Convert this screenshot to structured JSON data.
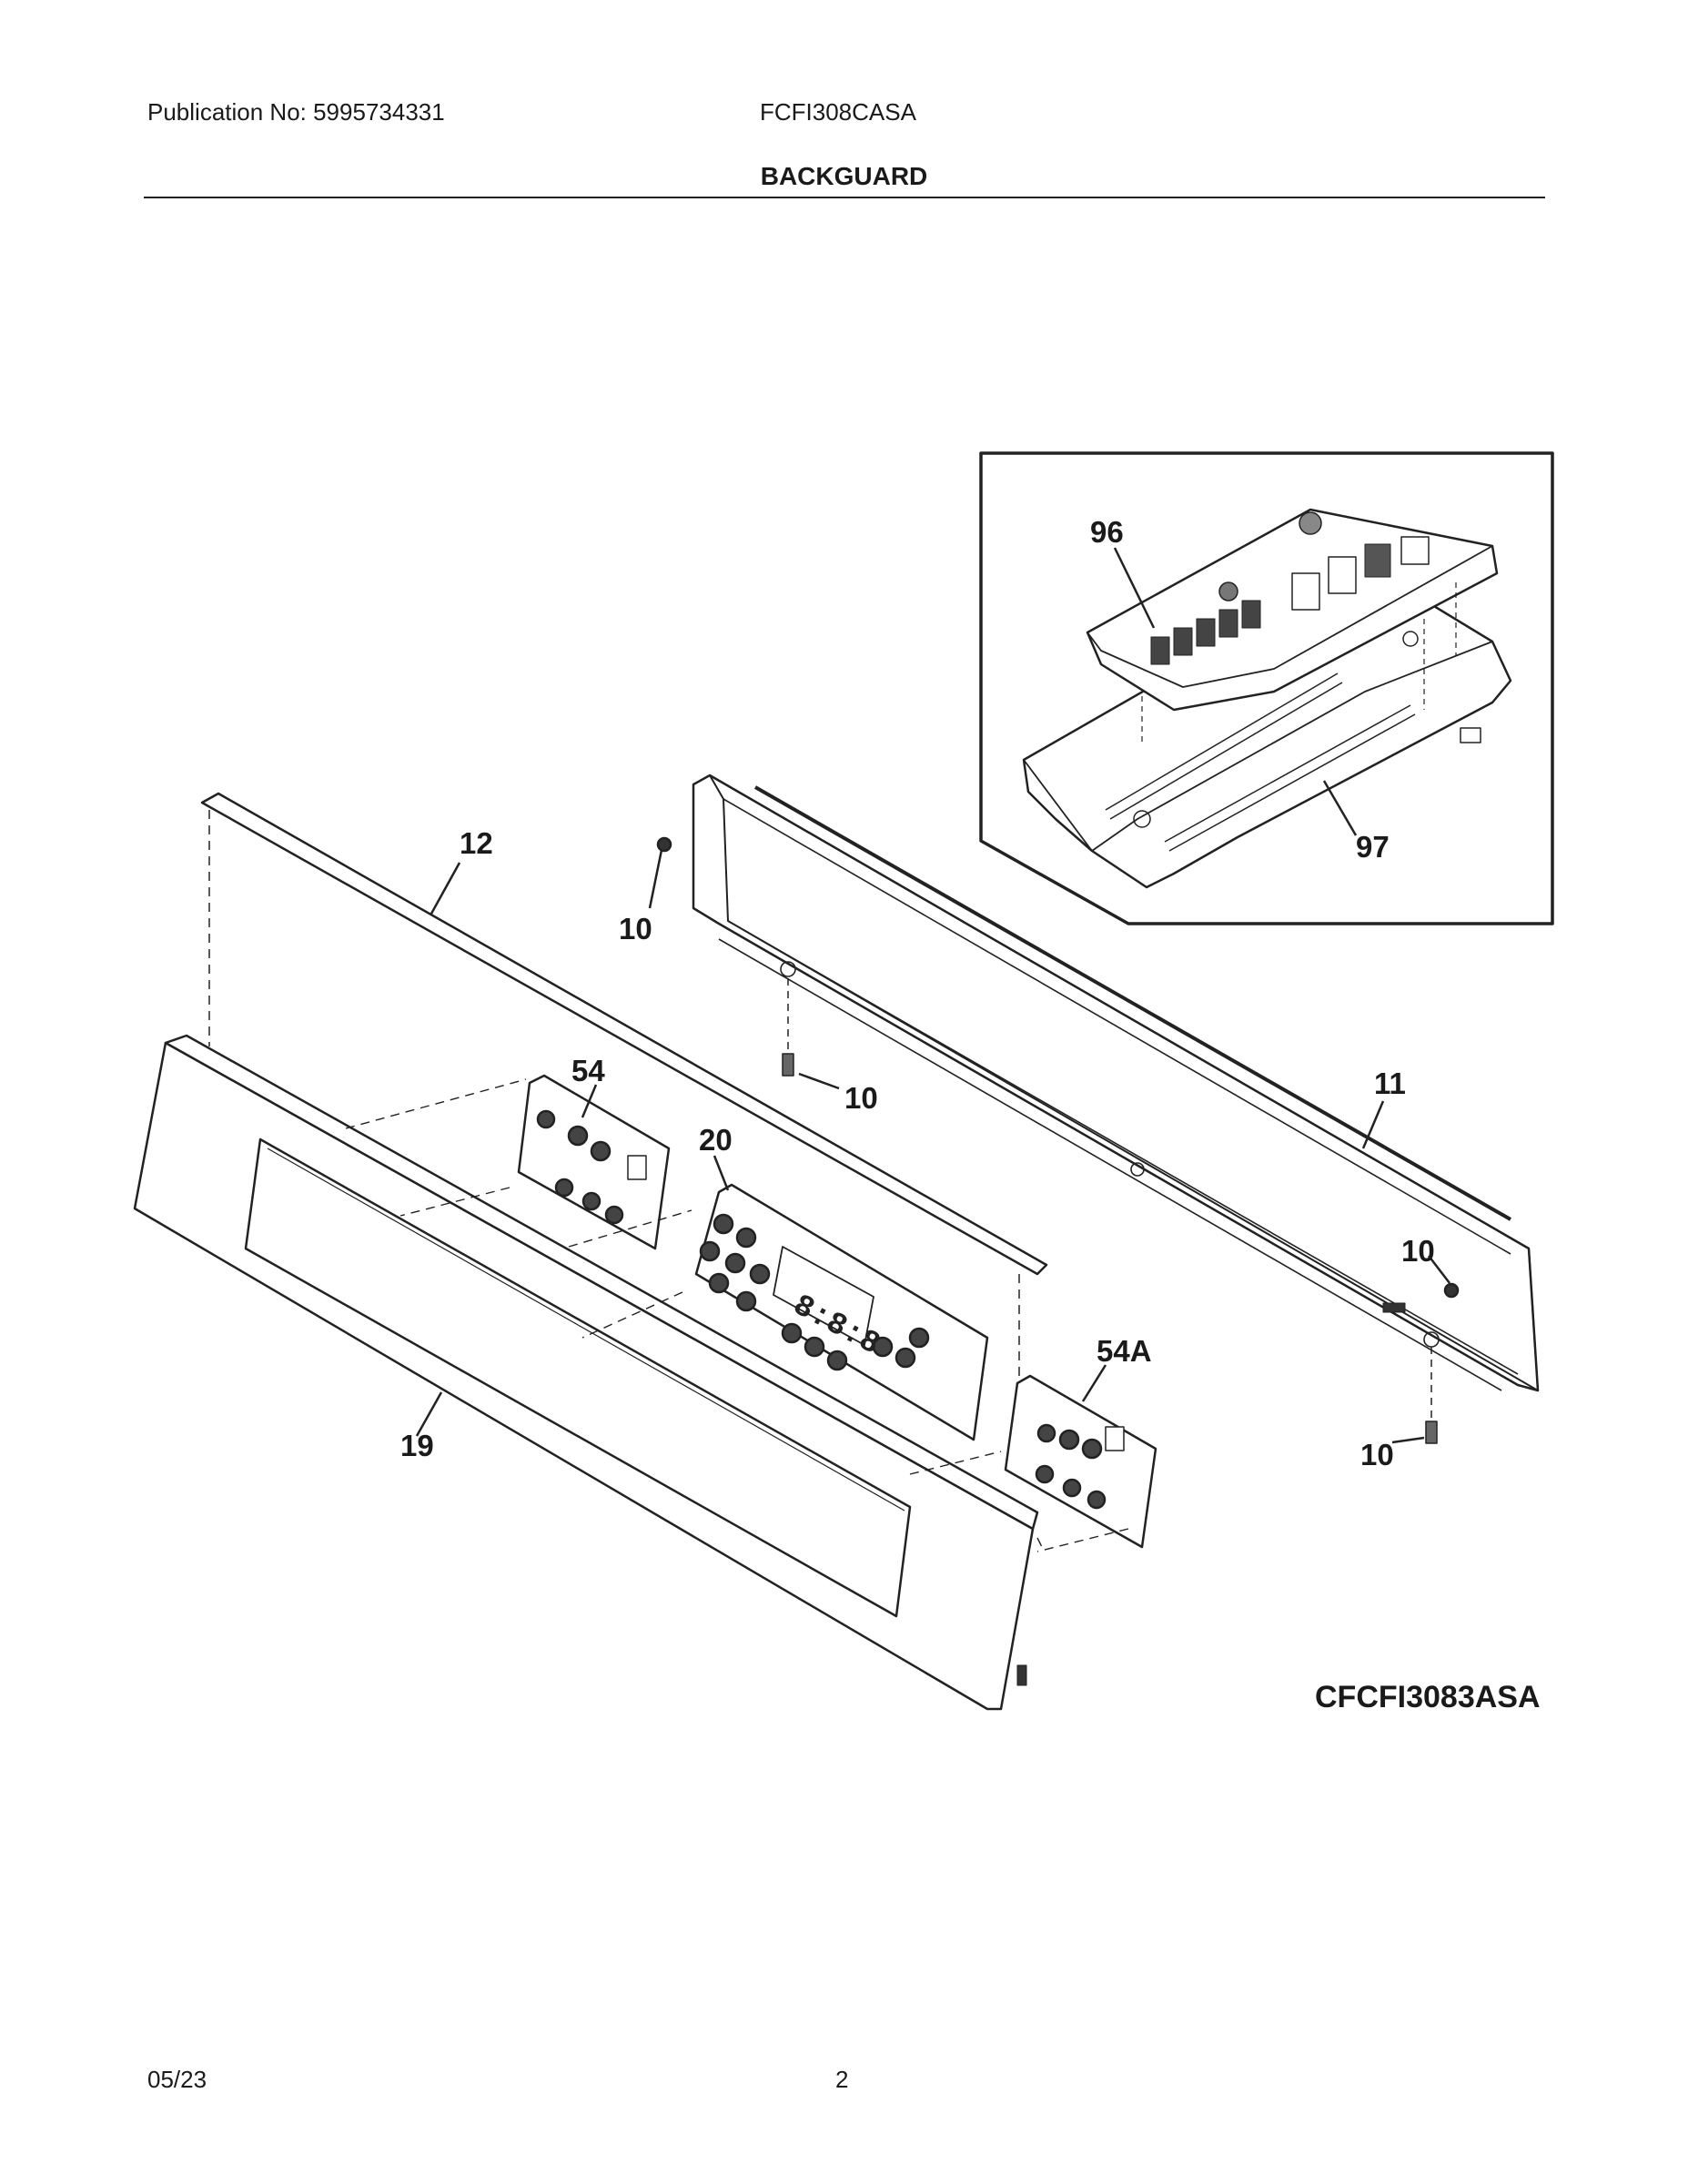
{
  "header": {
    "publication": "Publication No: 5995734331",
    "model": "FCFI308CASA",
    "section_title": "BACKGUARD"
  },
  "diagram": {
    "figure_code": "CFCFI3083ASA",
    "callouts": {
      "inset_board": "96",
      "inset_bracket": "97",
      "trim_strip": "12",
      "screw_top_left": "10",
      "screw_bottom_mid": "10",
      "screw_right_upper": "10",
      "screw_right_lower": "10",
      "backguard_panel": "11",
      "board_left": "54",
      "board_main": "20",
      "board_right": "54A",
      "console_panel": "19"
    },
    "display_digits": "8:8:8"
  },
  "footer": {
    "date": "05/23",
    "page": "2"
  }
}
